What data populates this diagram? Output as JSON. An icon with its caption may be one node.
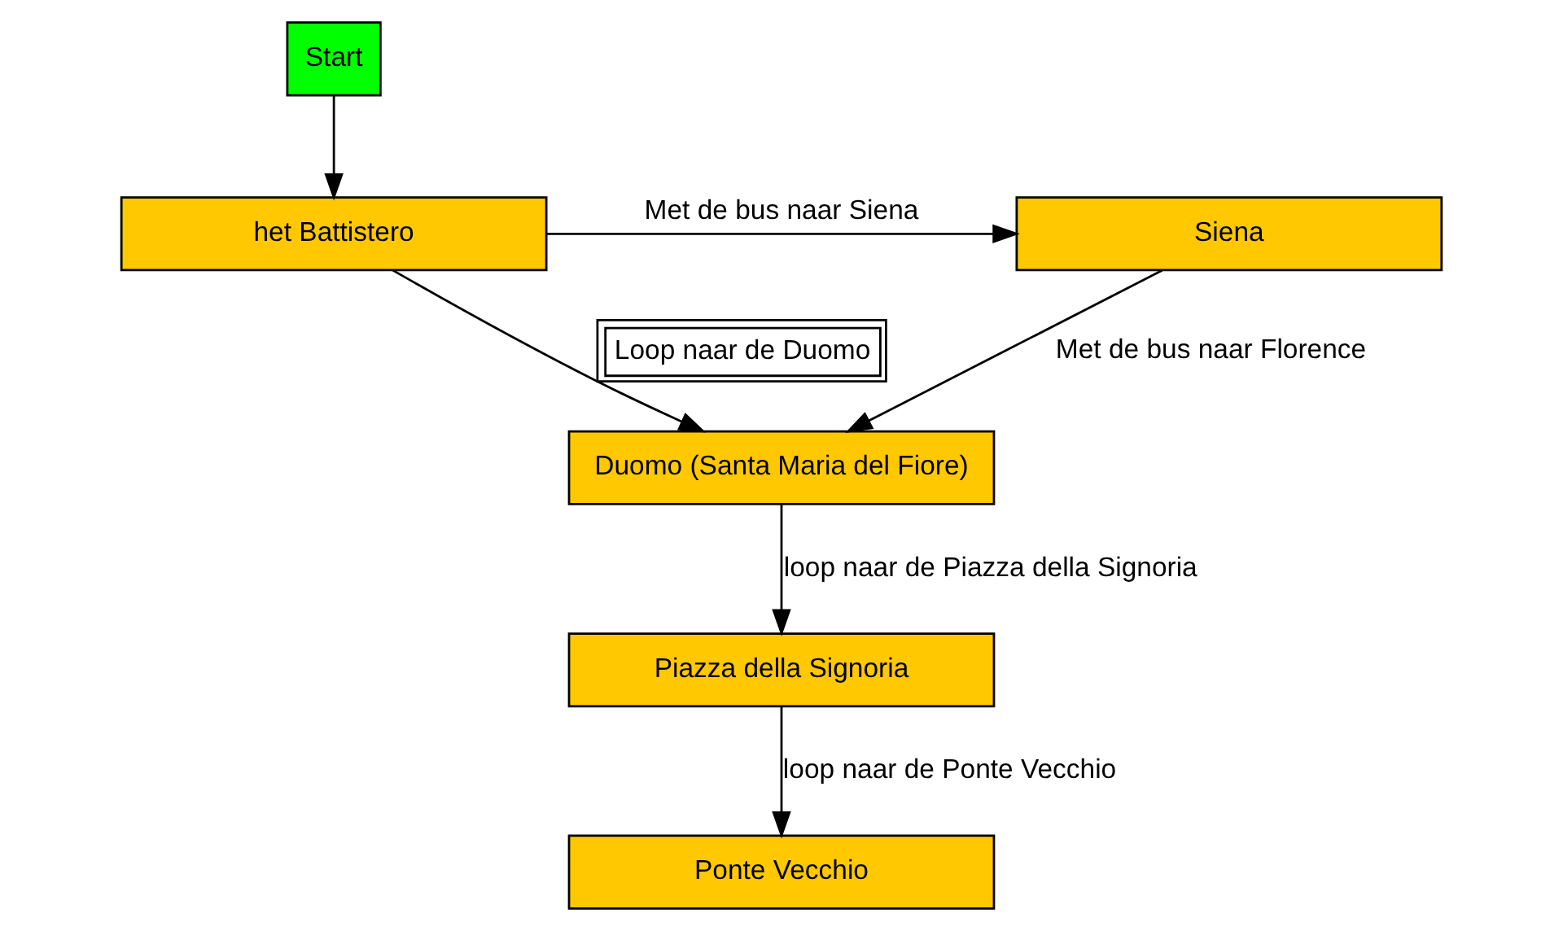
{
  "diagram": {
    "nodes": [
      {
        "text": [
          "Start"
        ]
      },
      {
        "text": [
          "het Battistero"
        ]
      },
      {
        "text": [
          "Siena"
        ]
      },
      {
        "text": [
          "Duomo (Santa Maria del Fiore)"
        ]
      },
      {
        "text": [
          "Piazza della Signoria"
        ]
      },
      {
        "text": [
          "Ponte Vecchio"
        ]
      }
    ],
    "edges": [
      {
        "from": 0,
        "to": 1,
        "arrow": "to"
      },
      {
        "from": 1,
        "to": 2,
        "arrow": "to",
        "label": "Met de bus naar Siena"
      },
      {
        "from": 1,
        "to": 3,
        "arrow": "to",
        "label": "Loop naar de Duomo"
      },
      {
        "from": 2,
        "to": 3,
        "arrow": "to",
        "label": "Met de bus naar Florence"
      },
      {
        "from": 3,
        "to": 4,
        "arrow": "to",
        "label": "loop naar de Piazza della Signoria"
      },
      {
        "from": 4,
        "to": 5,
        "arrow": "to",
        "label": "loop naar de Ponte Vecchio"
      }
    ]
  }
}
